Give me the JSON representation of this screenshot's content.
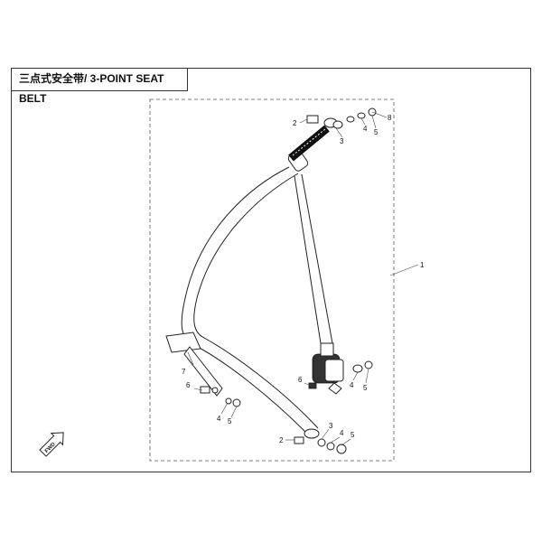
{
  "title": "三点式安全带/ 3-POINT SEAT BELT",
  "callouts": {
    "c1": "1",
    "c2_top": "2",
    "c3_top": "3",
    "c4_top": "4",
    "c5_top": "5",
    "c8": "8",
    "c6_left": "6",
    "c7": "7",
    "c4_left": "4",
    "c5_left": "5",
    "c6_mid": "6",
    "c4_mid": "4",
    "c5_mid": "5",
    "c2_bot": "2",
    "c3_bot": "3",
    "c4_bot": "4",
    "c5_bot": "5"
  },
  "fwd_label": "FWD",
  "icons": [
    "fwd-arrow-icon"
  ]
}
